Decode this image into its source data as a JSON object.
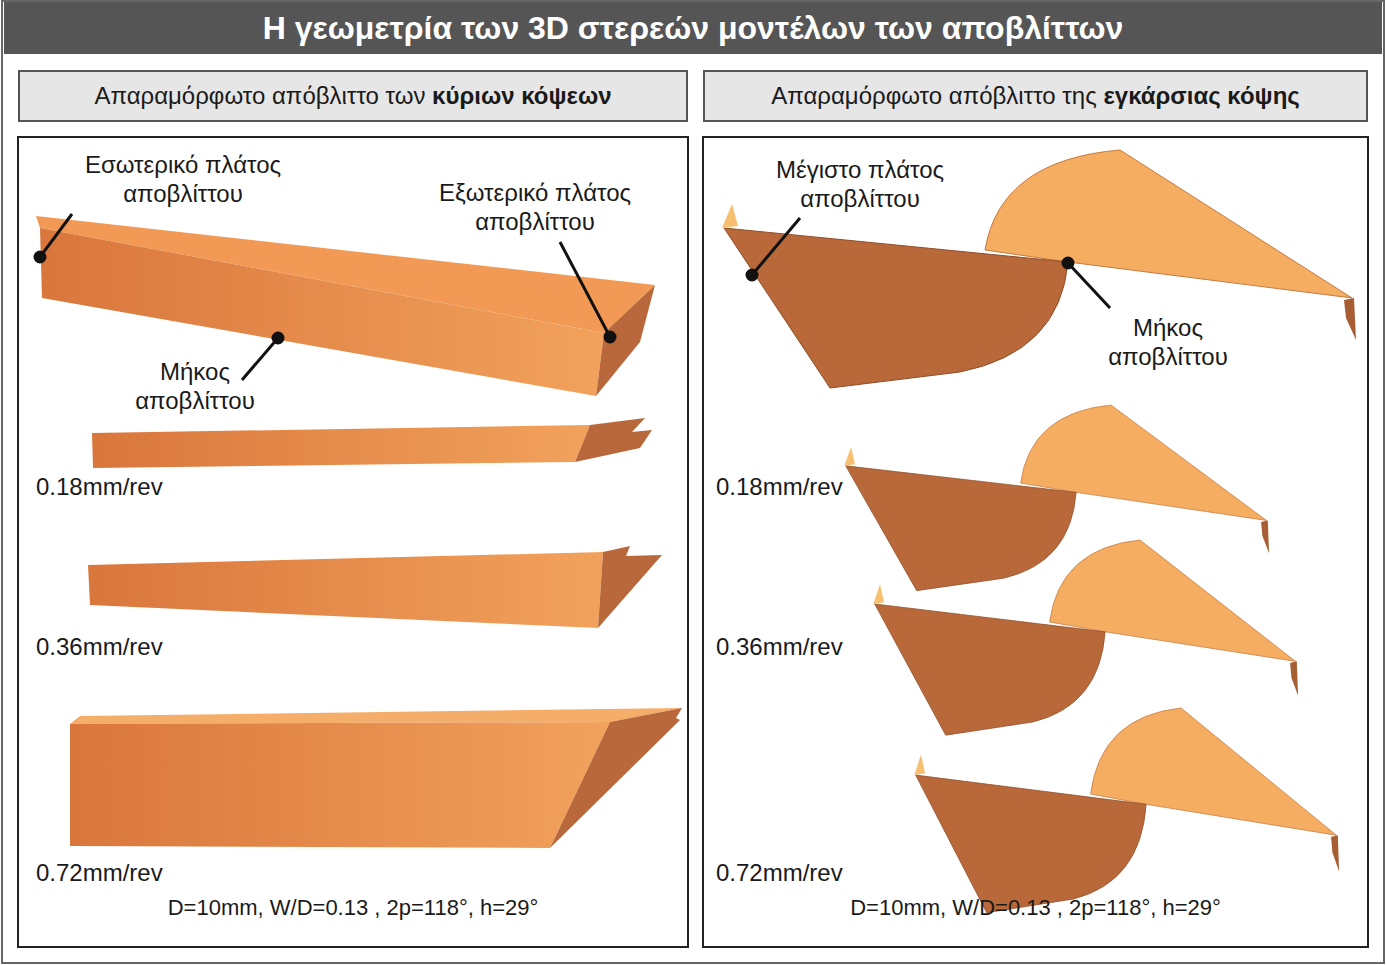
{
  "diagram": {
    "title": "Η γεωμετρία των 3D στερεών μοντέλων των αποβλίττων",
    "nodes": [
      {
        "text": [
          "Απαραμόρφωτο απόβλιττο των κύριων κόψεων"
        ]
      },
      {
        "text": [
          "Απαραμόρφωτο απόβλιττο της εγκάρσιας κόψης"
        ]
      }
    ],
    "labels": [
      "Εσωτερικό πλάτος αποβλίττου",
      "Εξωτερικό πλάτος αποβλίττου",
      "Μήκος αποβλίττου",
      "0.18mm/rev",
      "0.36mm/rev",
      "0.72mm/rev",
      "D=10mm, W/D=0.13 , 2p=118°, h=29°",
      "Μέγιστο πλάτος αποβλίττου",
      "Μήκος αποβλίττου",
      "0.18mm/rev",
      "0.36mm/rev",
      "0.72mm/rev",
      "D=10mm, W/D=0.13 , 2p=118°, h=29°"
    ]
  }
}
